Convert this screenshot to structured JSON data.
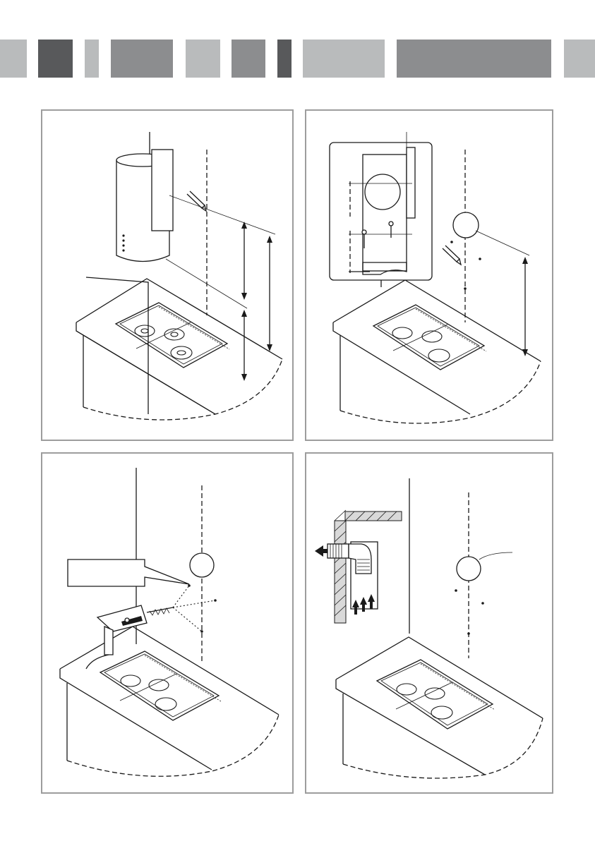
{
  "header": {
    "tabs": [
      {
        "id": "tab-1",
        "color": "#b9bbbc"
      },
      {
        "id": "tab-2",
        "color": "#58595b"
      },
      {
        "id": "tab-3",
        "color": "#b9bbbc"
      },
      {
        "id": "tab-4",
        "color": "#8c8d8f"
      },
      {
        "id": "tab-5",
        "color": "#b9bbbc"
      },
      {
        "id": "tab-6",
        "color": "#8c8d8f"
      },
      {
        "id": "tab-7",
        "color": "#58595b"
      },
      {
        "id": "tab-8",
        "color": "#b9bbbc"
      },
      {
        "id": "tab-9",
        "color": "#8c8d8f"
      },
      {
        "id": "tab-10",
        "color": "#b9bbbc"
      }
    ]
  },
  "panels": [
    {
      "id": "panel-measure-height",
      "icons": [
        "hood-icon",
        "hob-icon",
        "dimension-arrow-icon",
        "pencil-icon"
      ]
    },
    {
      "id": "panel-mark-holes",
      "icons": [
        "bracket-inset-icon",
        "hob-icon",
        "dimension-arrow-icon",
        "pencil-icon"
      ]
    },
    {
      "id": "panel-drill-holes",
      "icons": [
        "drill-icon",
        "callout-box-icon",
        "hob-icon"
      ]
    },
    {
      "id": "panel-duct-outlet",
      "icons": [
        "duct-icon",
        "airflow-arrow-icon",
        "hob-icon"
      ]
    }
  ],
  "colors": {
    "border": "#9d9d9d",
    "line": "#1a1a1a",
    "background": "#ffffff"
  }
}
